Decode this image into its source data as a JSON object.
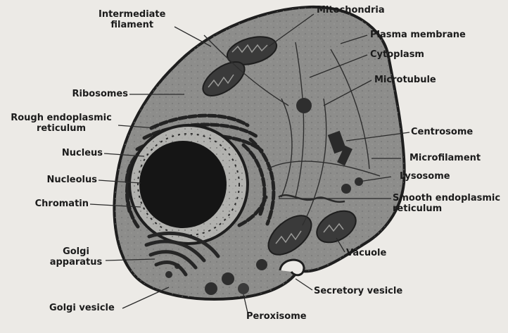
{
  "labels": {
    "intermediate_filament": "Intermediate\nfilament",
    "mitochondria": "Mitochondria",
    "plasma_membrane": "Plasma membrane",
    "cytoplasm": "Cytoplasm",
    "microtubule": "Microtubule",
    "ribosomes": "Ribosomes",
    "rough_er": "Rough endoplasmic\nreticulum",
    "centrosome": "Centrosome",
    "nucleus": "Nucleus",
    "microfilament": "Microfilament",
    "lysosome": "Lysosome",
    "nucleolus": "Nucleolus",
    "smooth_er": "Smooth endoplasmic\nreticulum",
    "chromatin": "Chromatin",
    "golgi_apparatus": "Golgi\napparatus",
    "vacuole": "Vacuole",
    "secretory_vesicle": "Secretory vesicle",
    "golgi_vesicle": "Golgi vesicle",
    "peroxisome": "Peroxisome"
  },
  "colors": {
    "background": "#eceae6",
    "cytoplasm": "#8d8d8b",
    "membrane": "#1e1e1e",
    "organelle": "#3a3a3a",
    "nucleolus": "#151515",
    "leader_line": "#2a2a2a"
  }
}
